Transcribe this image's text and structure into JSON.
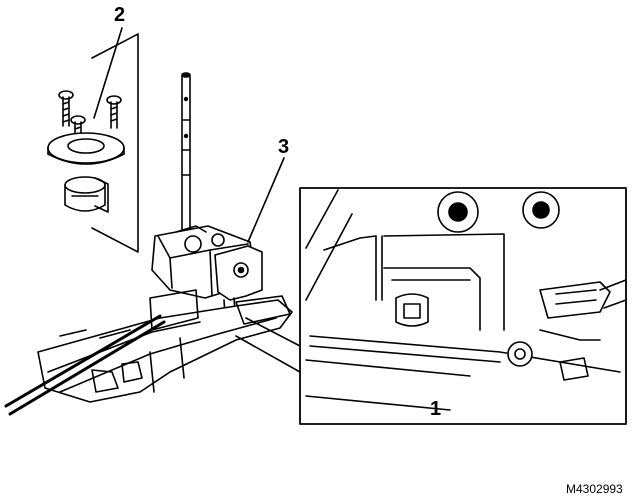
{
  "callouts": {
    "c1": "1",
    "c2": "2",
    "c3": "3"
  },
  "figure_id": "M4302993",
  "colors": {
    "ink": "#000000",
    "paper": "#ffffff"
  }
}
